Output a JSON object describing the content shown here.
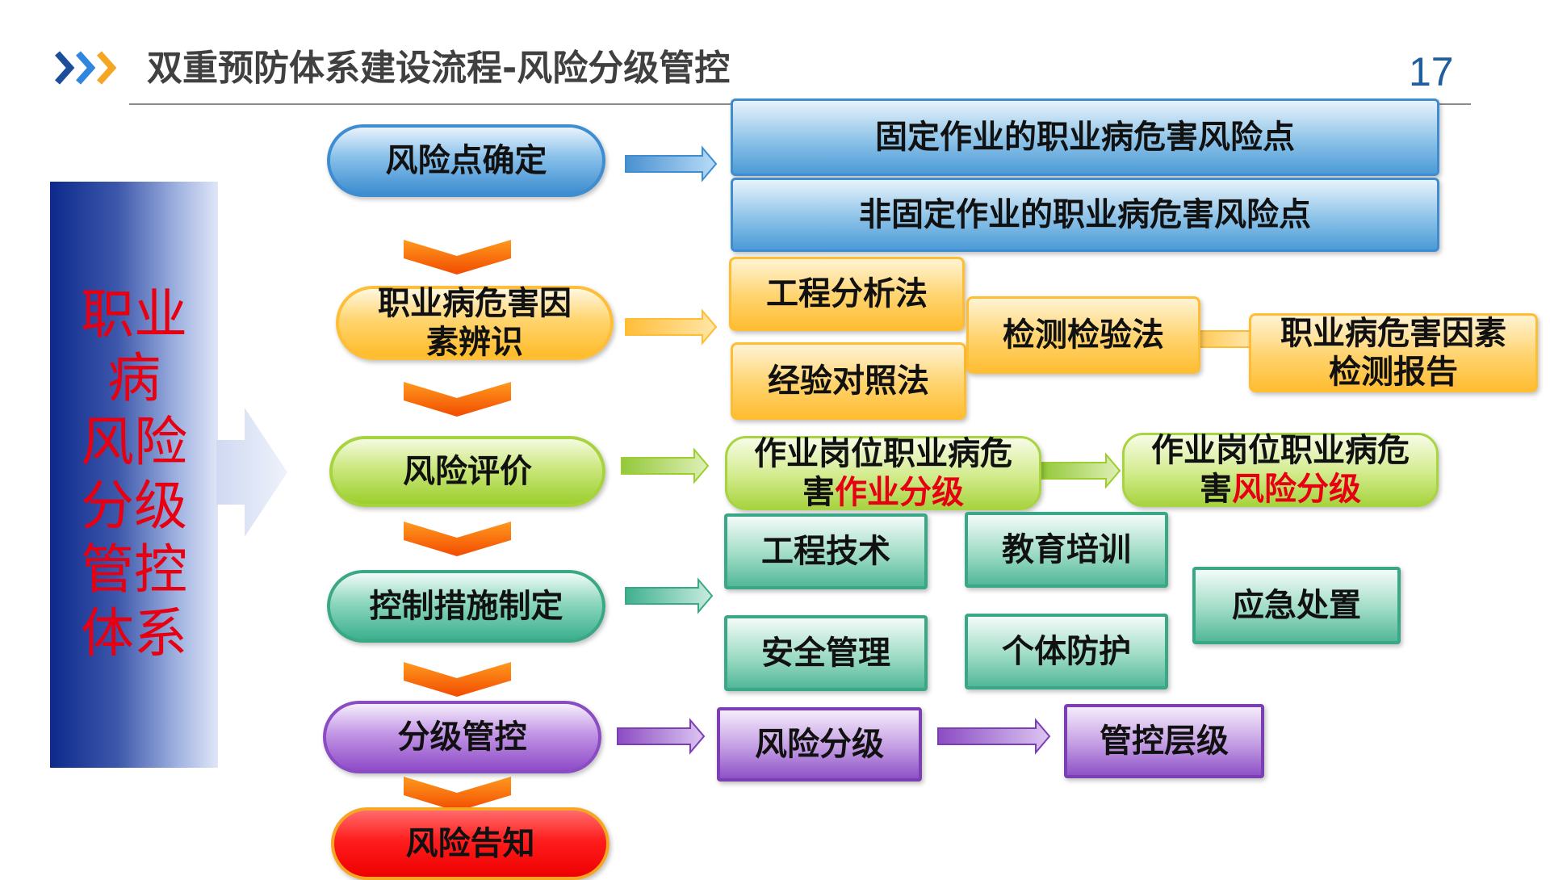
{
  "header": {
    "title": "双重预防体系建设流程-风险分级管控",
    "page_number": "17"
  },
  "left_panel": {
    "lines": [
      "职业",
      "病",
      "风险",
      "分级",
      "管控",
      "体系"
    ]
  },
  "flow_steps": [
    "风险点确定",
    "职业病危害因素辨识",
    "风险评价",
    "控制措施制定",
    "分级管控",
    "风险告知"
  ],
  "risk_points": {
    "fixed": "固定作业的职业病危害风险点",
    "non_fixed": "非固定作业的职业病危害风险点"
  },
  "identification": {
    "engineering_analysis": "工程分析法",
    "experience_comparison": "经验对照法",
    "detection_method": "检测检验法",
    "detection_report": "职业病危害因素检测报告"
  },
  "evaluation": {
    "job_grading_prefix": "作业岗位职业病危害",
    "job_grading_highlight": "作业分级",
    "risk_grading_prefix": "作业岗位职业病危害",
    "risk_grading_highlight": "风险分级"
  },
  "control_measures": {
    "engineering_tech": "工程技术",
    "education_training": "教育培训",
    "safety_management": "安全管理",
    "personal_protection": "个体防护",
    "emergency_response": "应急处置"
  },
  "grading_control": {
    "risk_grading": "风险分级",
    "control_level": "管控层级"
  },
  "colors": {
    "blue": "#3d8dd0",
    "orange": "#ffbd33",
    "green": "#a8d441",
    "teal": "#3aa886",
    "purple": "#8a4cc3",
    "red": "#ee0000",
    "highlight_text": "#e60012"
  }
}
